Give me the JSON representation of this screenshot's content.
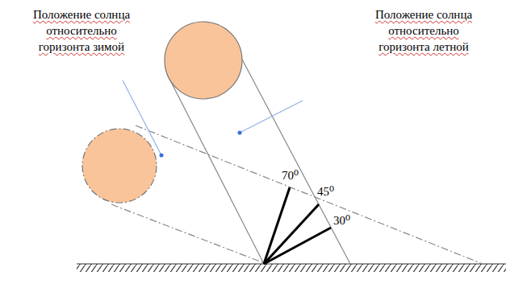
{
  "diagram": {
    "labels": [
      "Положение солнца относительно горизонта зимой",
      "Положение солнца относительно горизонта летной",
      "70⁰",
      "45⁰",
      "30⁰"
    ]
  }
}
